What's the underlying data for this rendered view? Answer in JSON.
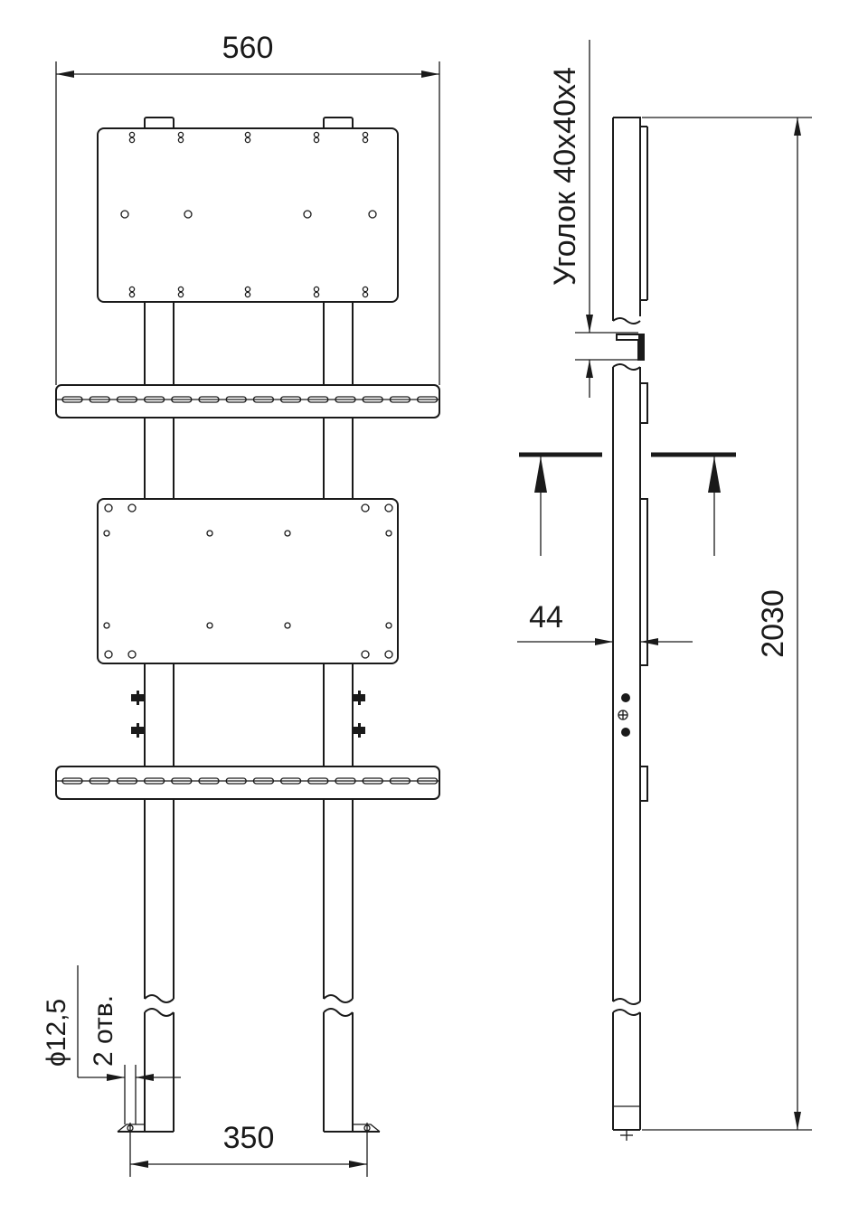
{
  "dimensions": {
    "width_560": "560",
    "height_2030": "2030",
    "depth_44": "44",
    "spacing_350": "350",
    "angle_label": "Уголок 40х40х4",
    "hole_diameter": "ϕ12,5",
    "hole_count": "2 отв."
  },
  "colors": {
    "line": "#1a1a1a",
    "background": "#ffffff"
  }
}
